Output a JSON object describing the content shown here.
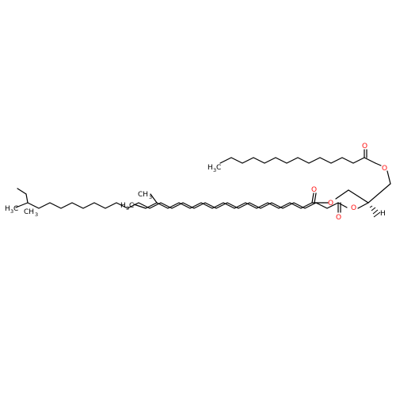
{
  "molecule": {
    "labels": {
      "ch3": "CH",
      "h3c": "H",
      "three": "3",
      "oxygen": "O",
      "hydrogen": "H"
    },
    "colors": {
      "carbon": "#000000",
      "oxygen": "#ff0d0d",
      "background": "#ffffff"
    }
  }
}
